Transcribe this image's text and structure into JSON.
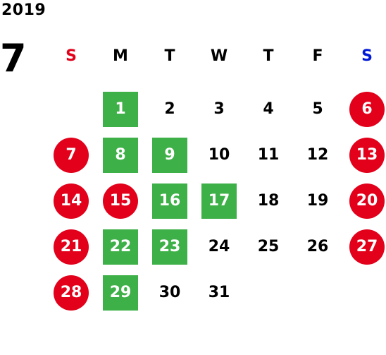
{
  "year": "2019",
  "month": "7",
  "colors": {
    "sunday": "#e2001a",
    "saturday": "#0019d6",
    "holiday": "#e2001a",
    "event": "#3db048",
    "text": "#000000"
  },
  "weekdays": [
    {
      "label": "S",
      "kind": "sunday"
    },
    {
      "label": "M",
      "kind": "weekday"
    },
    {
      "label": "T",
      "kind": "weekday"
    },
    {
      "label": "W",
      "kind": "weekday"
    },
    {
      "label": "T",
      "kind": "weekday"
    },
    {
      "label": "F",
      "kind": "weekday"
    },
    {
      "label": "S",
      "kind": "saturday"
    }
  ],
  "weeks": [
    [
      {
        "day": "",
        "style": "empty"
      },
      {
        "day": "1",
        "style": "event"
      },
      {
        "day": "2",
        "style": "plain"
      },
      {
        "day": "3",
        "style": "plain"
      },
      {
        "day": "4",
        "style": "plain"
      },
      {
        "day": "5",
        "style": "plain"
      },
      {
        "day": "6",
        "style": "holiday"
      }
    ],
    [
      {
        "day": "7",
        "style": "holiday"
      },
      {
        "day": "8",
        "style": "event"
      },
      {
        "day": "9",
        "style": "event"
      },
      {
        "day": "10",
        "style": "plain"
      },
      {
        "day": "11",
        "style": "plain"
      },
      {
        "day": "12",
        "style": "plain"
      },
      {
        "day": "13",
        "style": "holiday"
      }
    ],
    [
      {
        "day": "14",
        "style": "holiday"
      },
      {
        "day": "15",
        "style": "holiday"
      },
      {
        "day": "16",
        "style": "event"
      },
      {
        "day": "17",
        "style": "event"
      },
      {
        "day": "18",
        "style": "plain"
      },
      {
        "day": "19",
        "style": "plain"
      },
      {
        "day": "20",
        "style": "holiday"
      }
    ],
    [
      {
        "day": "21",
        "style": "holiday"
      },
      {
        "day": "22",
        "style": "event"
      },
      {
        "day": "23",
        "style": "event"
      },
      {
        "day": "24",
        "style": "plain"
      },
      {
        "day": "25",
        "style": "plain"
      },
      {
        "day": "26",
        "style": "plain"
      },
      {
        "day": "27",
        "style": "holiday"
      }
    ],
    [
      {
        "day": "28",
        "style": "holiday"
      },
      {
        "day": "29",
        "style": "event"
      },
      {
        "day": "30",
        "style": "plain"
      },
      {
        "day": "31",
        "style": "plain"
      },
      {
        "day": "",
        "style": "empty"
      },
      {
        "day": "",
        "style": "empty"
      },
      {
        "day": "",
        "style": "empty"
      }
    ]
  ]
}
